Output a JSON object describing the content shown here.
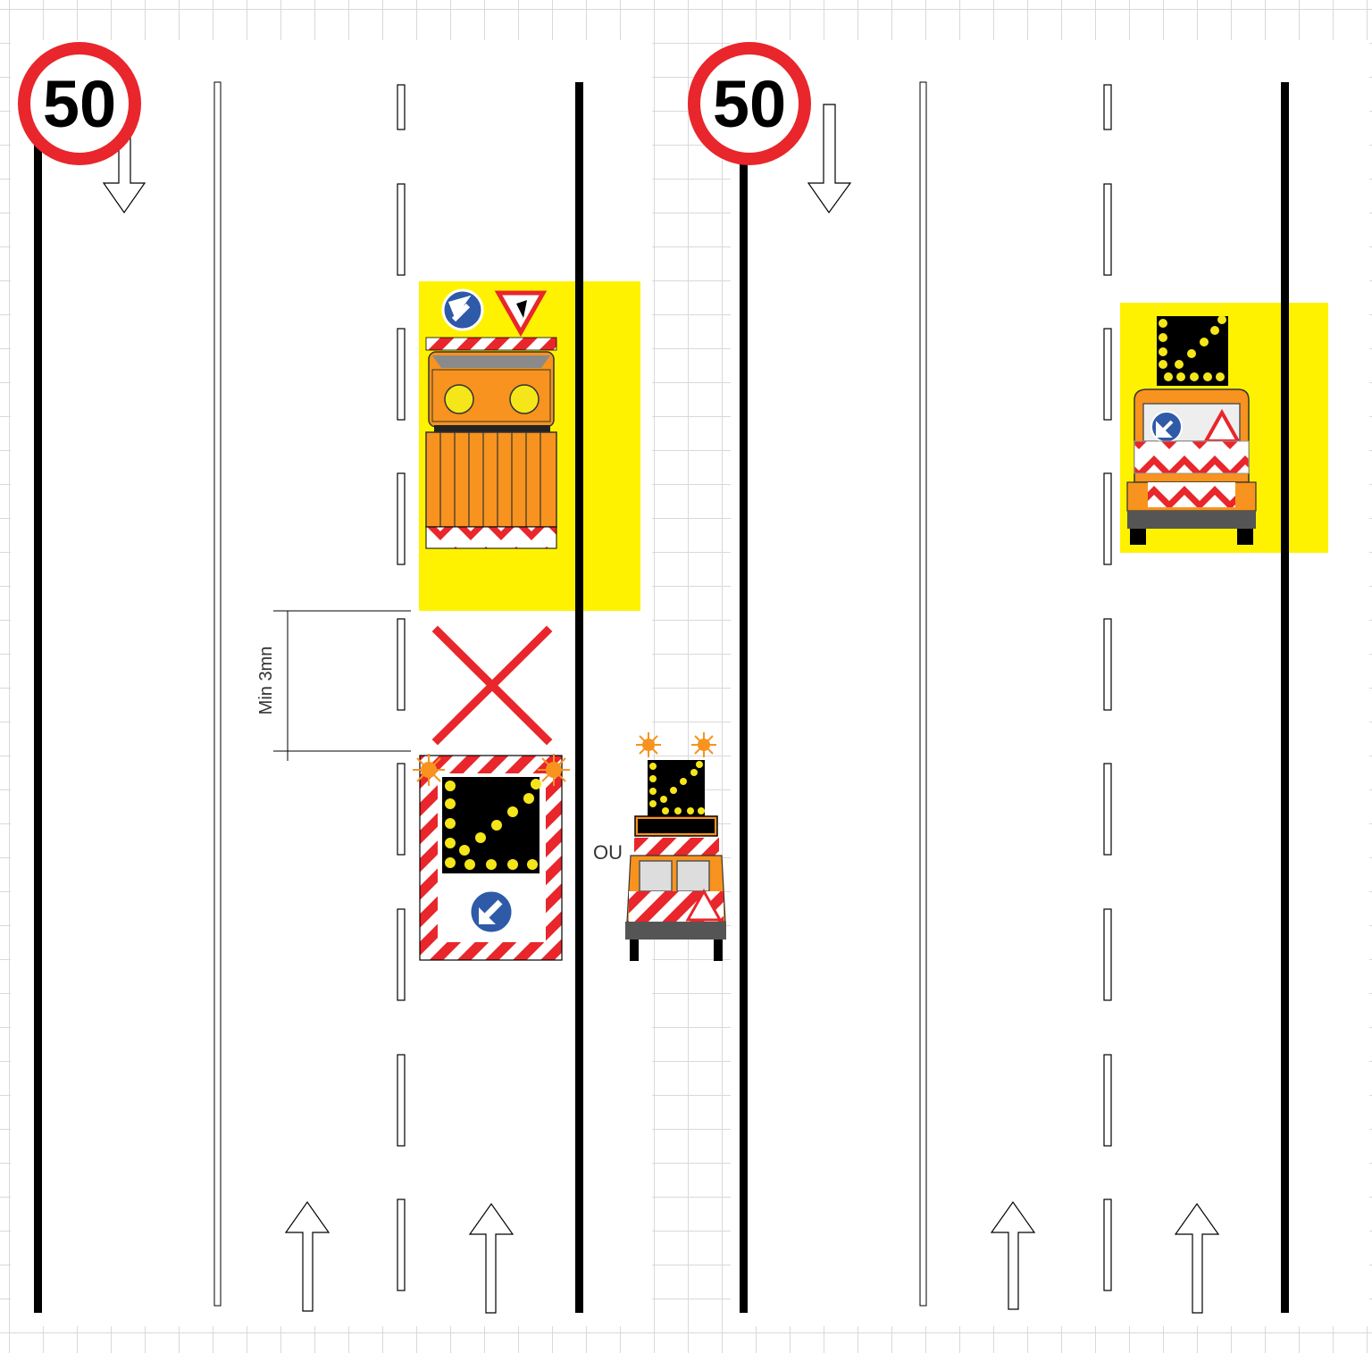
{
  "speed_limit": {
    "value": "50"
  },
  "dimension": {
    "label": "Min 3mn"
  },
  "alternative": {
    "label": "OU"
  },
  "colors": {
    "sign_red": "#e8262b",
    "warning_yellow": "#fff200",
    "truck_orange": "#f7931e",
    "arrow_blue": "#2e5aa8",
    "light_yellow": "#f5e61a"
  }
}
